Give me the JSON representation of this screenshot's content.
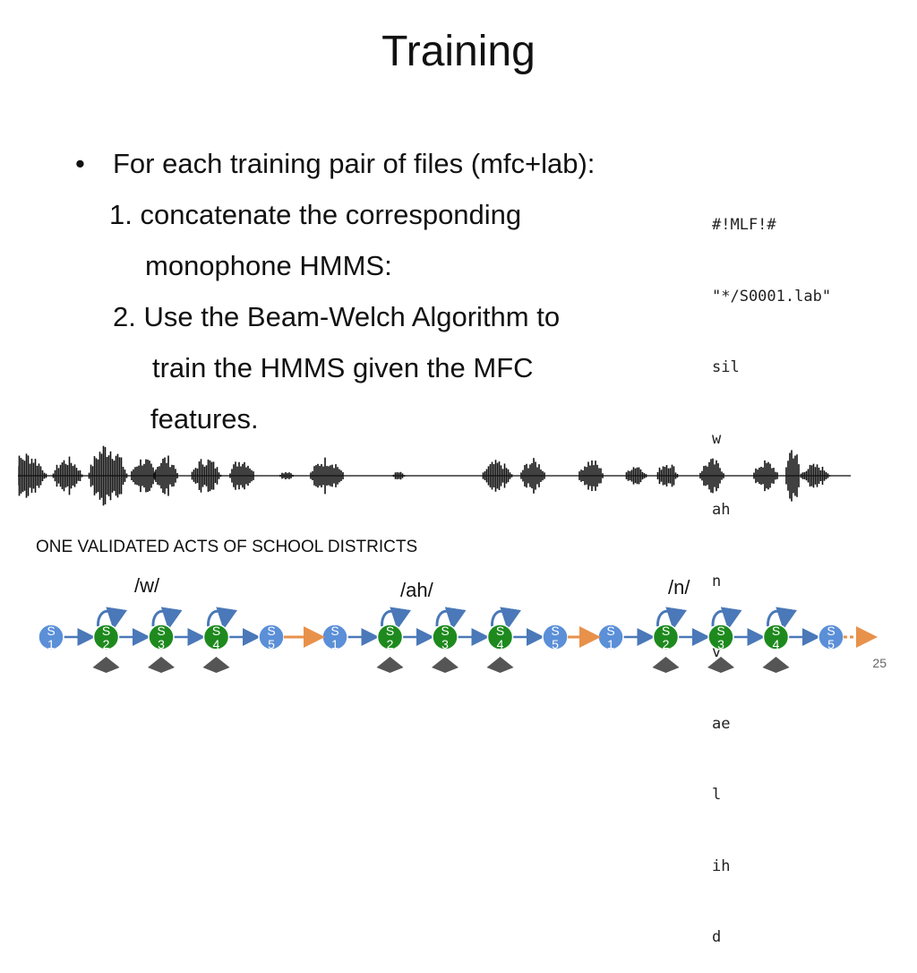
{
  "slide": {
    "title": "Training",
    "bullet_symbol": "•",
    "lines": [
      "For each training pair of files (mfc+lab):",
      "1. concatenate the corresponding",
      "monophone HMMS:",
      "2. Use the Beam-Welch Algorithm to",
      "train the HMMS given the MFC",
      "features."
    ],
    "mlf_lines": [
      "#!MLF!#",
      "\"*/S0001.lab\"",
      "sil",
      "w",
      "ah",
      "n",
      "v",
      "ae",
      "l",
      "ih",
      "d"
    ],
    "caption": "ONE VALIDATED ACTS OF SCHOOL DISTRICTS",
    "phones": [
      "/w/",
      "/ah/",
      "/n/"
    ],
    "page_number": "25"
  },
  "hmm": {
    "states": [
      {
        "line1": "S",
        "line2": "1",
        "kind": "boundary"
      },
      {
        "line1": "S",
        "line2": "2",
        "kind": "emitting"
      },
      {
        "line1": "S",
        "line2": "3",
        "kind": "emitting"
      },
      {
        "line1": "S",
        "line2": "4",
        "kind": "emitting"
      },
      {
        "line1": "S",
        "line2": "5",
        "kind": "boundary"
      }
    ],
    "colors": {
      "boundary": "#5b8fd8",
      "emitting": "#1e8a1e",
      "arrow": "#4a78b8",
      "link": "#e8914a",
      "state_text": "#ffffff",
      "emission": "#555555"
    }
  }
}
